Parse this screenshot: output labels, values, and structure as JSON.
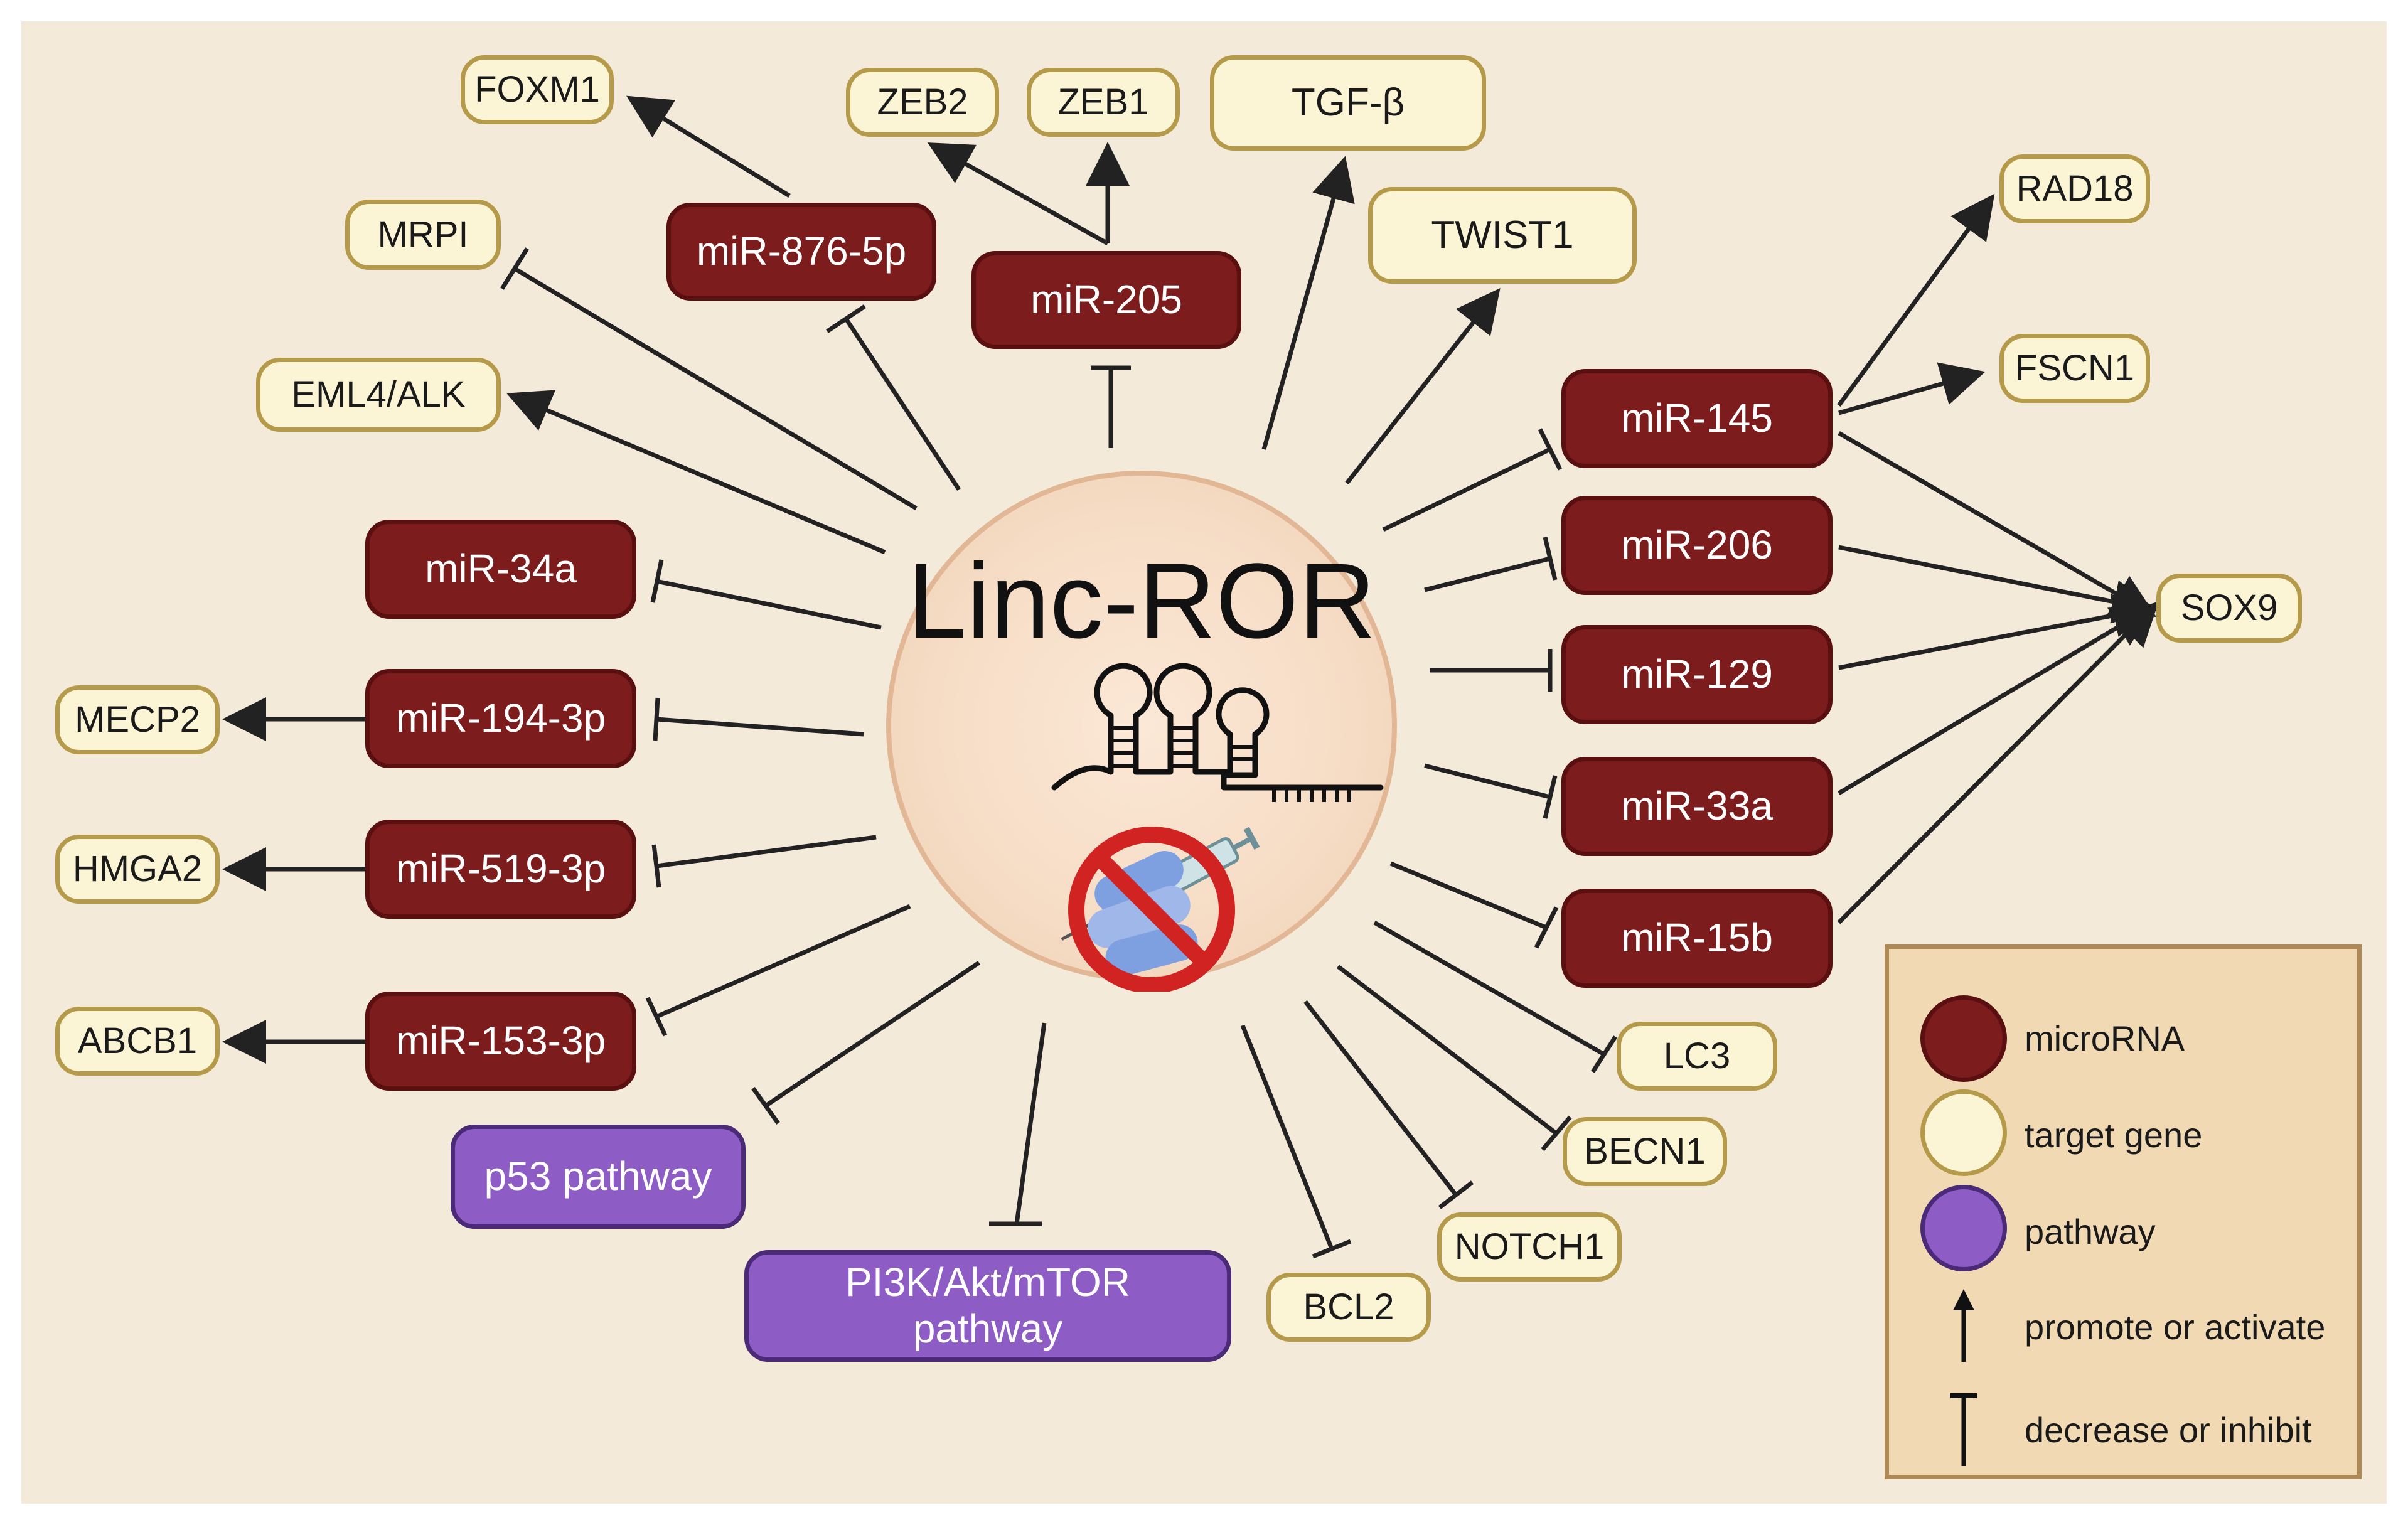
{
  "center": {
    "label": "Linc-ROR"
  },
  "mirnas": {
    "mir876": "miR-876-5p",
    "mir205": "miR-205",
    "mir145": "miR-145",
    "mir206": "miR-206",
    "mir129": "miR-129",
    "mir33a": "miR-33a",
    "mir15b": "miR-15b",
    "mir34a": "miR-34a",
    "mir194": "miR-194-3p",
    "mir519": "miR-519-3p",
    "mir153": "miR-153-3p"
  },
  "genes": {
    "foxm1": "FOXM1",
    "zeb2": "ZEB2",
    "zeb1": "ZEB1",
    "tgfb": "TGF-β",
    "twist1": "TWIST1",
    "mrpi": "MRPI",
    "eml4alk": "EML4/ALK",
    "rad18": "RAD18",
    "fscn1": "FSCN1",
    "sox9": "SOX9",
    "mecp2": "MECP2",
    "hmga2": "HMGA2",
    "abcb1": "ABCB1",
    "lc3": "LC3",
    "becn1": "BECN1",
    "notch1": "NOTCH1",
    "bcl2": "BCL2"
  },
  "pathways": {
    "p53": "p53 pathway",
    "pi3k": "PI3K/Akt/mTOR pathway"
  },
  "legend": {
    "microrna": "microRNA",
    "target_gene": "target gene",
    "pathway": "pathway",
    "promote": "promote or activate",
    "inhibit": "decrease or inhibit"
  },
  "colors": {
    "microrna_fill": "#7d1c1c",
    "target_gene_fill": "#fbf5d5",
    "pathway_fill": "#8d5cc4",
    "background": "#f3ead9",
    "line": "#222222"
  },
  "relations": [
    {
      "from": "Linc-ROR",
      "to": "miR-876-5p",
      "type": "inhibit"
    },
    {
      "from": "miR-876-5p",
      "to": "FOXM1",
      "type": "promote"
    },
    {
      "from": "Linc-ROR",
      "to": "miR-205",
      "type": "inhibit"
    },
    {
      "from": "miR-205",
      "to": "ZEB2",
      "type": "promote"
    },
    {
      "from": "miR-205",
      "to": "ZEB1",
      "type": "promote"
    },
    {
      "from": "Linc-ROR",
      "to": "TGF-β",
      "type": "promote"
    },
    {
      "from": "Linc-ROR",
      "to": "TWIST1",
      "type": "promote"
    },
    {
      "from": "Linc-ROR",
      "to": "MRPI",
      "type": "inhibit"
    },
    {
      "from": "Linc-ROR",
      "to": "EML4/ALK",
      "type": "promote"
    },
    {
      "from": "Linc-ROR",
      "to": "miR-145",
      "type": "inhibit"
    },
    {
      "from": "miR-145",
      "to": "RAD18",
      "type": "promote"
    },
    {
      "from": "miR-145",
      "to": "FSCN1",
      "type": "promote"
    },
    {
      "from": "Linc-ROR",
      "to": "miR-206",
      "type": "inhibit"
    },
    {
      "from": "Linc-ROR",
      "to": "miR-129",
      "type": "inhibit"
    },
    {
      "from": "Linc-ROR",
      "to": "miR-33a",
      "type": "inhibit"
    },
    {
      "from": "Linc-ROR",
      "to": "miR-15b",
      "type": "inhibit"
    },
    {
      "from": "miR-145",
      "to": "SOX9",
      "type": "promote"
    },
    {
      "from": "miR-206",
      "to": "SOX9",
      "type": "promote"
    },
    {
      "from": "miR-129",
      "to": "SOX9",
      "type": "promote"
    },
    {
      "from": "miR-33a",
      "to": "SOX9",
      "type": "promote"
    },
    {
      "from": "miR-15b",
      "to": "SOX9",
      "type": "promote"
    },
    {
      "from": "Linc-ROR",
      "to": "miR-34a",
      "type": "inhibit"
    },
    {
      "from": "Linc-ROR",
      "to": "miR-194-3p",
      "type": "inhibit"
    },
    {
      "from": "miR-194-3p",
      "to": "MECP2",
      "type": "promote"
    },
    {
      "from": "Linc-ROR",
      "to": "miR-519-3p",
      "type": "inhibit"
    },
    {
      "from": "miR-519-3p",
      "to": "HMGA2",
      "type": "promote"
    },
    {
      "from": "Linc-ROR",
      "to": "miR-153-3p",
      "type": "inhibit"
    },
    {
      "from": "miR-153-3p",
      "to": "ABCB1",
      "type": "promote"
    },
    {
      "from": "Linc-ROR",
      "to": "p53 pathway",
      "type": "inhibit"
    },
    {
      "from": "Linc-ROR",
      "to": "PI3K/Akt/mTOR pathway",
      "type": "inhibit"
    },
    {
      "from": "Linc-ROR",
      "to": "BCL2",
      "type": "inhibit"
    },
    {
      "from": "Linc-ROR",
      "to": "NOTCH1",
      "type": "inhibit"
    },
    {
      "from": "Linc-ROR",
      "to": "BECN1",
      "type": "inhibit"
    },
    {
      "from": "Linc-ROR",
      "to": "LC3",
      "type": "inhibit"
    }
  ]
}
